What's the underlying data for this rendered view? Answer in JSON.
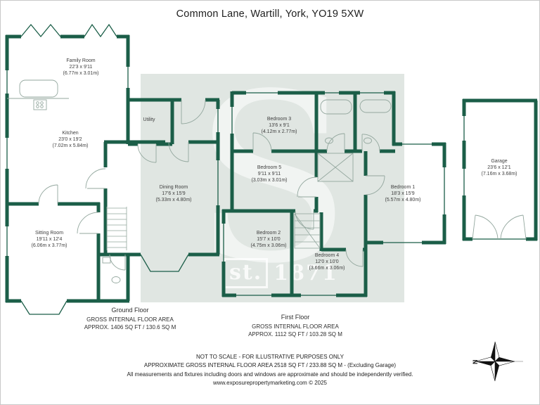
{
  "title": "Common Lane, Wartill, York, YO19 5XW",
  "watermark": {
    "letter": "S",
    "prefix": "st.",
    "year": "1871"
  },
  "ground_floor": {
    "label": "Ground Floor",
    "area_line1": "GROSS INTERNAL FLOOR AREA",
    "area_line2": "APPROX. 1406 SQ FT / 130.6 SQ M",
    "rooms": {
      "family_room": {
        "name": "Family Room",
        "imperial": "22'3 x 9'11",
        "metric": "(6.77m x 3.01m)"
      },
      "kitchen": {
        "name": "Kitchen",
        "imperial": "23'0 x 19'2",
        "metric": "(7.02m x 5.84m)"
      },
      "utility": {
        "name": "Utility"
      },
      "dining_room": {
        "name": "Dining Room",
        "imperial": "17'6 x 15'9",
        "metric": "(5.33m x 4.80m)"
      },
      "sitting_room": {
        "name": "Sitting Room",
        "imperial": "19'11 x 12'4",
        "metric": "(6.06m x 3.77m)"
      }
    }
  },
  "first_floor": {
    "label": "First Floor",
    "area_line1": "GROSS INTERNAL FLOOR AREA",
    "area_line2": "APPROX. 1112 SQ FT / 103.28 SQ M",
    "rooms": {
      "bedroom_3": {
        "name": "Bedroom 3",
        "imperial": "13'6 x 9'1",
        "metric": "(4.12m x 2.77m)"
      },
      "bedroom_5": {
        "name": "Bedroom 5",
        "imperial": "9'11 x 9'11",
        "metric": "(3.03m x 3.01m)"
      },
      "bedroom_2": {
        "name": "Bedroom 2",
        "imperial": "15'7 x 10'0",
        "metric": "(4.75m x 3.06m)"
      },
      "bedroom_4": {
        "name": "Bedroom 4",
        "imperial": "12'0 x 10'0",
        "metric": "(3.66m x 3.06m)"
      },
      "bedroom_1": {
        "name": "Bedroom 1",
        "imperial": "18'3 x 15'9",
        "metric": "(5.57m x 4.80m)"
      }
    }
  },
  "garage_room": {
    "name": "Garage",
    "imperial": "23'6 x 12'1",
    "metric": "(7.16m x 3.68m)"
  },
  "footer": {
    "line1": "NOT TO SCALE - FOR ILLUSTRATIVE PURPOSES ONLY",
    "line2": "APPROXIMATE GROSS INTERNAL FLOOR AREA 2518 SQ FT / 233.88 SQ M - (Excluding Garage)",
    "line3": "All measurements and fixtures including doors and windows are approximate and should be independently verified.",
    "line4": "www.exposurepropertymarketing.com © 2025"
  },
  "compass": {
    "north_label": "N"
  },
  "colors": {
    "wall_green": "#1b5e48",
    "watermark_bg": "#e0e6e2",
    "text_dark": "#3c3c3c"
  }
}
